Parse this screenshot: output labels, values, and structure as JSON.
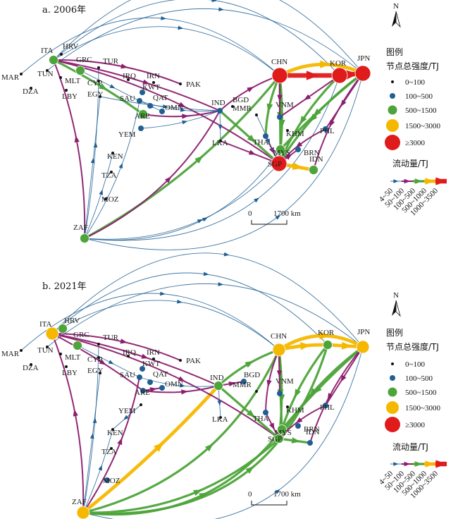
{
  "colors": {
    "level1": "#1f5f93",
    "level2": "#8c1d6e",
    "level3": "#4da43a",
    "level4": "#f5b800",
    "level5": "#e01b1b",
    "node_small": "#111111",
    "node_blue": "#1f5f93",
    "node_green": "#4da43a",
    "node_orange": "#f5b800",
    "node_red": "#e01b1b"
  },
  "legend": {
    "north": "N",
    "title": "图例",
    "node_title": "节点总强度/TJ",
    "node_classes": [
      "0~100",
      "100~500",
      "500~1500",
      "1500~3000",
      "≥3000"
    ],
    "flow_title": "流动量/TJ",
    "flow_classes": [
      "4~50",
      "50~100",
      "100~500",
      "500~1000",
      "1000~3500"
    ]
  },
  "scale": {
    "zero": "0",
    "distance": "1700 km"
  },
  "maps": [
    {
      "title": "a. 2006年",
      "nodes": [
        {
          "code": "ITA",
          "cls": 2
        },
        {
          "code": "HRV",
          "cls": 0
        },
        {
          "code": "GRC",
          "cls": 2
        },
        {
          "code": "TUR",
          "cls": 0
        },
        {
          "code": "TUN",
          "cls": 0
        },
        {
          "code": "MLT",
          "cls": 0
        },
        {
          "code": "LBY",
          "cls": 0
        },
        {
          "code": "CYP",
          "cls": 0
        },
        {
          "code": "EGY",
          "cls": 0
        },
        {
          "code": "MAR",
          "cls": 0
        },
        {
          "code": "DZA",
          "cls": 0
        },
        {
          "code": "IRQ",
          "cls": 0
        },
        {
          "code": "IRN",
          "cls": 0
        },
        {
          "code": "KWT",
          "cls": 1
        },
        {
          "code": "SAU",
          "cls": 1
        },
        {
          "code": "ARE",
          "cls": 2
        },
        {
          "code": "OMN",
          "cls": 1
        },
        {
          "code": "QAT",
          "cls": 1
        },
        {
          "code": "YEM",
          "cls": 1
        },
        {
          "code": "KEN",
          "cls": 0
        },
        {
          "code": "TZA",
          "cls": 0
        },
        {
          "code": "MOZ",
          "cls": 0
        },
        {
          "code": "ZAF",
          "cls": 2
        },
        {
          "code": "PAK",
          "cls": 0
        },
        {
          "code": "IND",
          "cls": 1
        },
        {
          "code": "BGD",
          "cls": 0
        },
        {
          "code": "LKA",
          "cls": 0
        },
        {
          "code": "MMR",
          "cls": 0
        },
        {
          "code": "THA",
          "cls": 1
        },
        {
          "code": "VNM",
          "cls": 1
        },
        {
          "code": "KHM",
          "cls": 0
        },
        {
          "code": "MYS",
          "cls": 2
        },
        {
          "code": "SGP",
          "cls": 4
        },
        {
          "code": "BRN",
          "cls": 1
        },
        {
          "code": "IDN",
          "cls": 2
        },
        {
          "code": "PHL",
          "cls": 1
        },
        {
          "code": "CHN",
          "cls": 4
        },
        {
          "code": "KOR",
          "cls": 4
        },
        {
          "code": "JPN",
          "cls": 4
        }
      ]
    },
    {
      "title": "b. 2021年",
      "nodes": [
        {
          "code": "ITA",
          "cls": 3
        },
        {
          "code": "HRV",
          "cls": 2
        },
        {
          "code": "GRC",
          "cls": 2
        },
        {
          "code": "TUR",
          "cls": 0
        },
        {
          "code": "TUN",
          "cls": 0
        },
        {
          "code": "MLT",
          "cls": 0
        },
        {
          "code": "LBY",
          "cls": 0
        },
        {
          "code": "CYP",
          "cls": 0
        },
        {
          "code": "EGY",
          "cls": 0
        },
        {
          "code": "MAR",
          "cls": 0
        },
        {
          "code": "DZA",
          "cls": 0
        },
        {
          "code": "IRQ",
          "cls": 0
        },
        {
          "code": "IRN",
          "cls": 0
        },
        {
          "code": "KWT",
          "cls": 1
        },
        {
          "code": "SAU",
          "cls": 1
        },
        {
          "code": "ARE",
          "cls": 1
        },
        {
          "code": "OMN",
          "cls": 1
        },
        {
          "code": "QAT",
          "cls": 1
        },
        {
          "code": "YEM",
          "cls": 0
        },
        {
          "code": "KEN",
          "cls": 0
        },
        {
          "code": "TZA",
          "cls": 0
        },
        {
          "code": "MOZ",
          "cls": 1
        },
        {
          "code": "ZAF",
          "cls": 3
        },
        {
          "code": "PAK",
          "cls": 0
        },
        {
          "code": "IND",
          "cls": 2
        },
        {
          "code": "BGD",
          "cls": 1
        },
        {
          "code": "LKA",
          "cls": 0
        },
        {
          "code": "MMR",
          "cls": 0
        },
        {
          "code": "THA",
          "cls": 1
        },
        {
          "code": "VNM",
          "cls": 1
        },
        {
          "code": "KHM",
          "cls": 0
        },
        {
          "code": "MYS",
          "cls": 2
        },
        {
          "code": "SGP",
          "cls": 2
        },
        {
          "code": "BRN",
          "cls": 1
        },
        {
          "code": "IDN",
          "cls": 1
        },
        {
          "code": "PHL",
          "cls": 1
        },
        {
          "code": "CHN",
          "cls": 3
        },
        {
          "code": "KOR",
          "cls": 2
        },
        {
          "code": "JPN",
          "cls": 3
        }
      ]
    }
  ]
}
